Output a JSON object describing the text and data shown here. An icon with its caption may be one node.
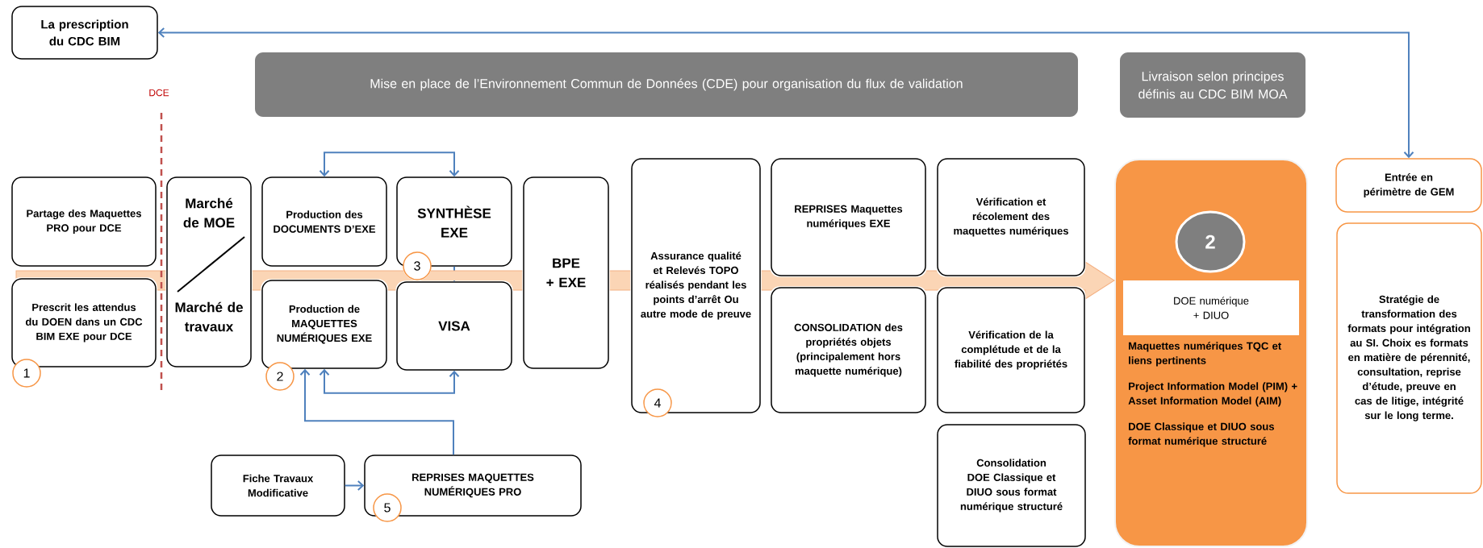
{
  "diagram": {
    "nodes": [
      {
        "text": [
          "La prescription du CDC BIM"
        ]
      },
      {
        "text": [
          "Mise en place de l’Environnement Commun de Données (CDE) pour organisation du flux de validation"
        ]
      },
      {
        "text": [
          "Livraison selon principes définis au CDC BIM MOA"
        ]
      },
      {
        "text": [
          "Partage des Maquettes PRO pour DCE"
        ]
      },
      {
        "text": [
          "Prescrit les attendus du DOEN dans un CDC BIM EXE pour DCE"
        ]
      },
      {
        "text": [
          "1"
        ]
      },
      {
        "text": [
          "Marché de MOE",
          "Marché de travaux"
        ]
      },
      {
        "text": [
          "Production des DOCUMENTS D’EXE"
        ]
      },
      {
        "text": [
          "SYNTHÈSE EXE"
        ]
      },
      {
        "text": [
          "3"
        ]
      },
      {
        "text": [
          "Production de MAQUETTES NUMÉRIQUES EXE"
        ]
      },
      {
        "text": [
          "2"
        ]
      },
      {
        "text": [
          "VISA"
        ]
      },
      {
        "text": [
          "BPE + EXE"
        ]
      },
      {
        "text": [
          "Assurance qualité et Relevés TOPO réalisés pendant les points d’arrêt Ou autre mode de preuve"
        ]
      },
      {
        "text": [
          "4"
        ]
      },
      {
        "text": [
          "REPRISES Maquettes numériques EXE"
        ]
      },
      {
        "text": [
          "CONSOLIDATION des propriétés objets (principalement hors maquette numérique)"
        ]
      },
      {
        "text": [
          "Vérification et récolement des maquettes numériques"
        ]
      },
      {
        "text": [
          "Vérification de la complétude et de la fiabilité des propriétés"
        ]
      },
      {
        "text": [
          "Consolidation DOE Classique et DIUO sous format numérique structuré"
        ]
      },
      {
        "text": [
          "Maquettes numériques TQC et liens pertinents",
          "Project Information Model (PIM) + Asset Information Model (AIM)",
          "DOE Classique et DIUO sous format numérique structuré"
        ]
      },
      {
        "text": [
          "2"
        ],
        "in": 21
      },
      {
        "text": [
          "DOE numérique + DIUO"
        ],
        "in": 21
      },
      {
        "text": [
          "Entrée en périmètre de GEM"
        ]
      },
      {
        "text": [
          "Stratégie de transformation des formats pour intégration au SI. Choix es formats en matière de pérennité, consultation, reprise d’étude, preuve en cas de litige, intégrité sur le long terme."
        ]
      },
      {
        "text": [
          "Fiche Travaux Modificative"
        ]
      },
      {
        "text": [
          "REPRISES MAQUETTES NUMÉRIQUES PRO"
        ]
      },
      {
        "text": [
          "5"
        ]
      }
    ],
    "edges": [
      {
        "from": 0,
        "to": 24,
        "arrow": "both"
      },
      {
        "from": 7,
        "to": 8,
        "arrow": "both"
      },
      {
        "from": 8,
        "to": 12,
        "arrow": "none"
      },
      {
        "from": 10,
        "to": 12,
        "arrow": "both"
      },
      {
        "from": 27,
        "to": 10,
        "arrow": "to"
      },
      {
        "from": 26,
        "to": 27,
        "arrow": "to"
      },
      {
        "from": null,
        "to": 21,
        "arrow": "to",
        "style": "thick",
        "color": "#fbd5b5"
      }
    ],
    "labels": [
      "DCE"
    ]
  }
}
